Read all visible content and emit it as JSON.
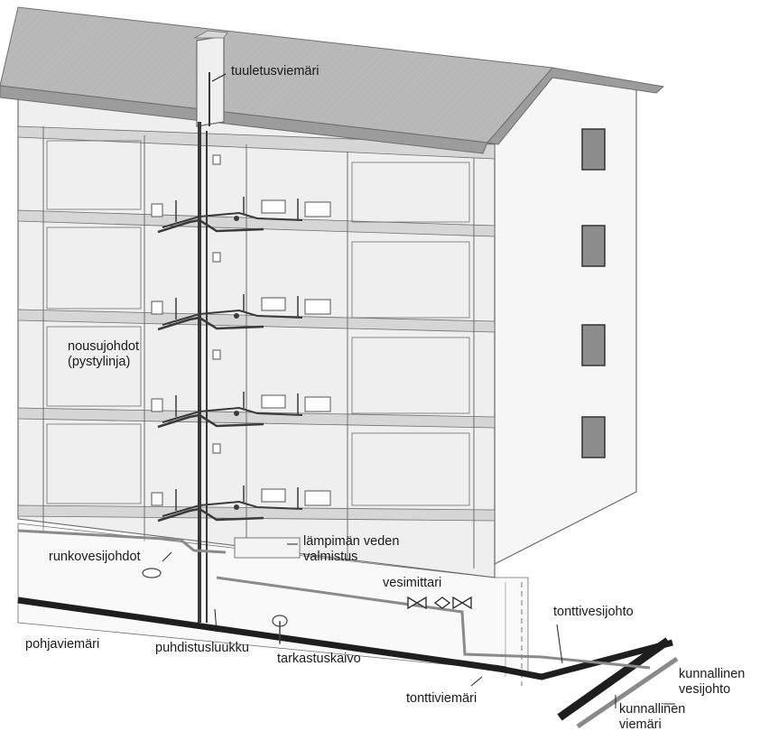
{
  "colors": {
    "roof": "#b9b9b9",
    "roof_dark": "#9c9c9c",
    "wall_face": "#efefef",
    "side_wall": "#f7f7f7",
    "slab": "#d6d6d6",
    "line": "#6d6d6d",
    "riser": "#3a3a3a",
    "sewer": "#1e1e1e",
    "water_pipe": "#8a8a8a",
    "window_glass": "#8d8d8d"
  },
  "labels": {
    "tuuletusviemari": "tuuletusviemäri",
    "nousujohdot": [
      "nousujohdot",
      "(pystylinja)"
    ],
    "lampiman_veden": [
      "lämpimän veden",
      "valmistus"
    ],
    "runkovesijohdot": "runkovesijohdot",
    "vesimittari": "vesimittari",
    "tonttivesijohto": "tonttivesijohto",
    "pohjaviemari": "pohjaviemäri",
    "puhdistusluukku": "puhdistusluukku",
    "tarkastuskaivo": "tarkastuskaivo",
    "tonttiviemari": "tonttiviemäri",
    "kunnallinen_vesijohto": [
      "kunnallinen",
      "vesijohto"
    ],
    "kunnallinen_viemari": [
      "kunnallinen",
      "viemäri"
    ]
  }
}
